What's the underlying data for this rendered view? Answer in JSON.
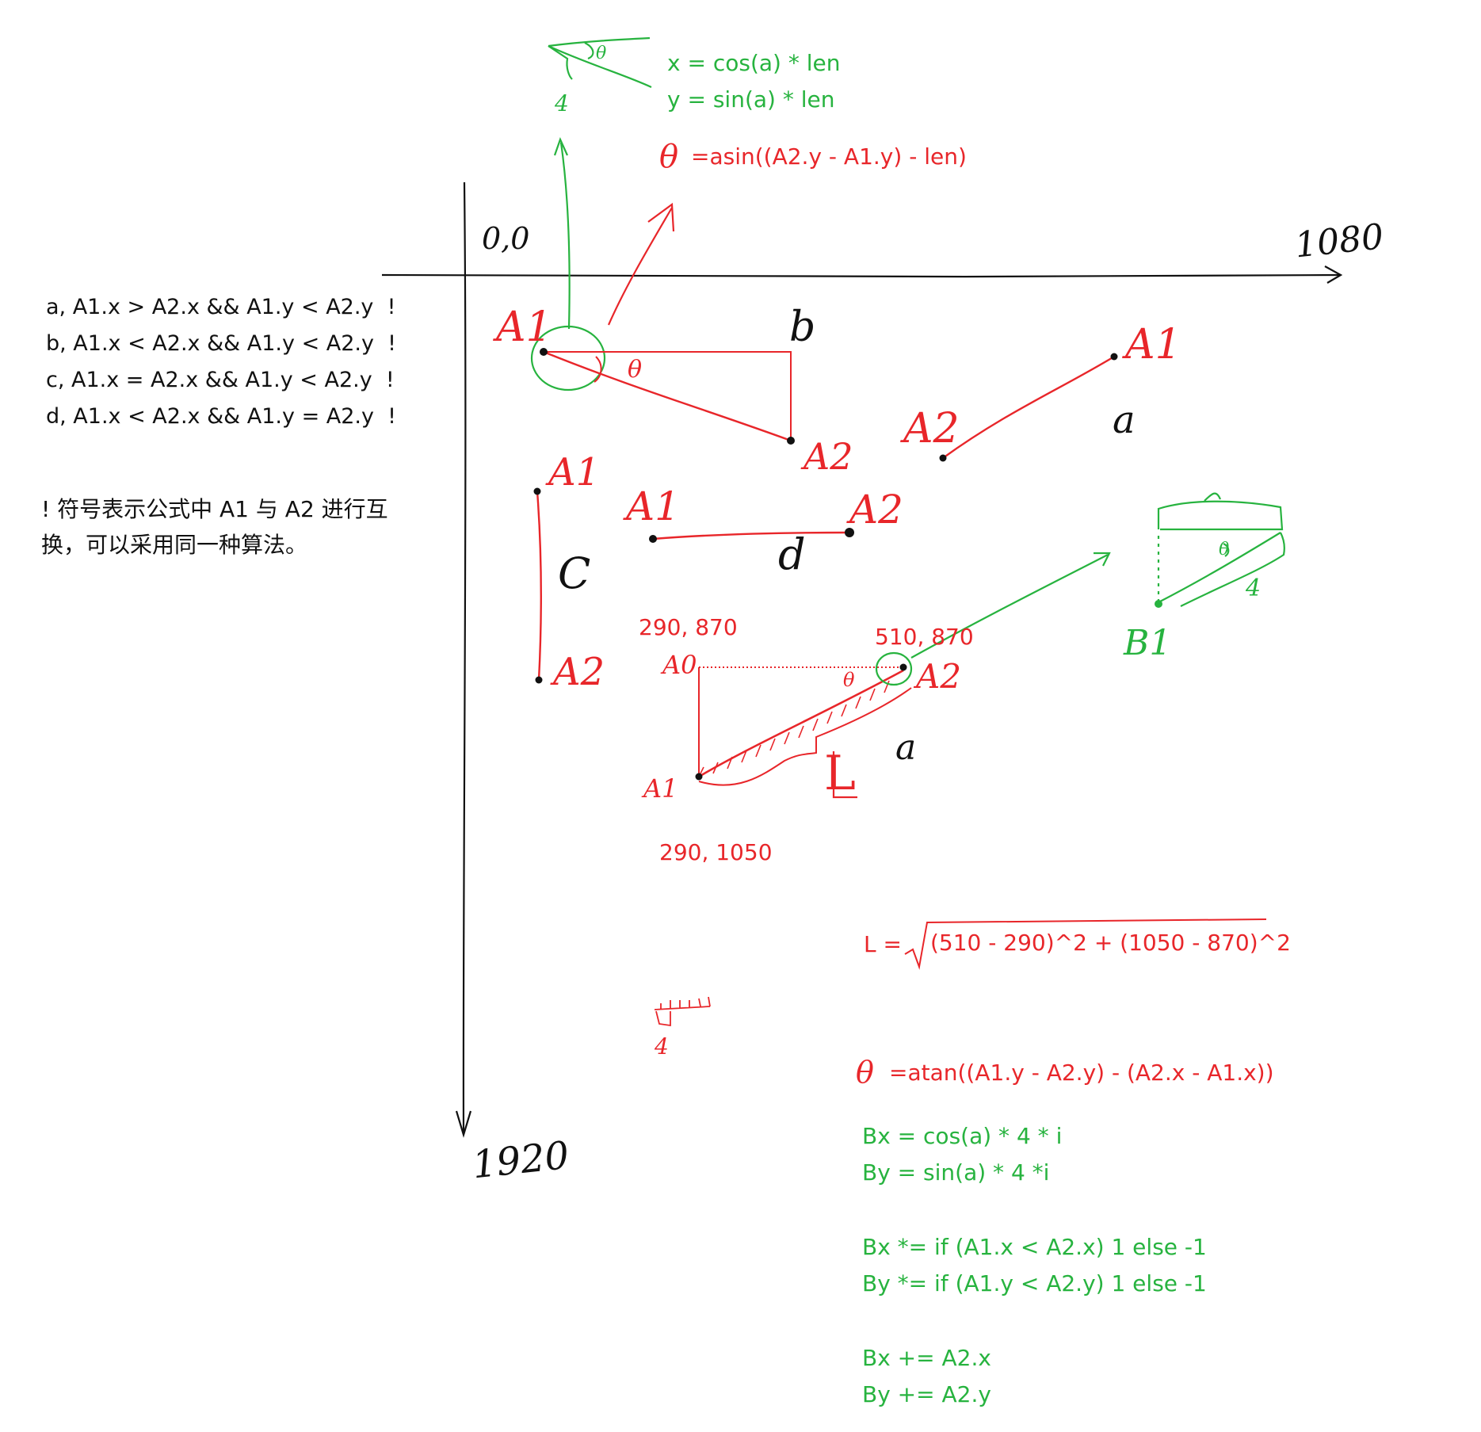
{
  "axes": {
    "origin_label": "0,0",
    "x_max_label": "1080",
    "y_max_label": "1920"
  },
  "conditions": [
    "a, A1.x > A2.x && A1.y < A2.y  !",
    "b, A1.x < A2.x && A1.y < A2.y  !",
    "c, A1.x = A2.x && A1.y < A2.y  !",
    "d, A1.x < A2.x && A1.y = A2.y  !"
  ],
  "note": "! 符号表示公式中 A1 与 A2 进行互换，可以采用同一种算法。",
  "formulas_top": {
    "x_eq": "x = cos(a) * len",
    "y_eq": "y = sin(a) * len",
    "theta_symbol": "θ",
    "theta_eq": "=asin((A2.y - A1.y) - len)"
  },
  "sketch_labels": {
    "b_case": {
      "A1": "A1",
      "A2": "A2",
      "letter": "b",
      "theta": "θ"
    },
    "a_case": {
      "A1": "A1",
      "A2": "A2",
      "letter": "a"
    },
    "c_case": {
      "A1": "A1",
      "A2": "A2",
      "letter": "C"
    },
    "d_case": {
      "A1": "A1",
      "A2": "A2",
      "letter": "d"
    },
    "top_icon": {
      "theta": "θ",
      "four": "4"
    },
    "right_icon": {
      "theta": "θ",
      "four": "4",
      "B1": "B1"
    },
    "lower_icon": {
      "four": "4"
    }
  },
  "example": {
    "a0_coord": "290, 870",
    "a2_coord": "510, 870",
    "a1_coord": "290, 1050",
    "A0": "A0",
    "A1": "A1",
    "A2": "A2",
    "theta": "θ",
    "L": "L",
    "a": "a"
  },
  "length_formula": {
    "prefix": "L =",
    "radicand": "(510 - 290)^2 + (1050 - 870)^2"
  },
  "formulas_bottom": {
    "theta_symbol": "θ",
    "theta_eq": "=atan((A1.y - A2.y) - (A2.x - A1.x))",
    "green_lines": [
      "Bx = cos(a) * 4 * i",
      "By = sin(a) * 4 *i",
      "",
      "Bx *= if (A1.x < A2.x) 1 else -1",
      "By *= if (A1.y < A2.y) 1 else -1",
      "",
      "Bx += A2.x",
      "By += A2.y"
    ]
  },
  "colors": {
    "ink": "#111111",
    "red": "#e8262a",
    "green": "#27b33f"
  }
}
